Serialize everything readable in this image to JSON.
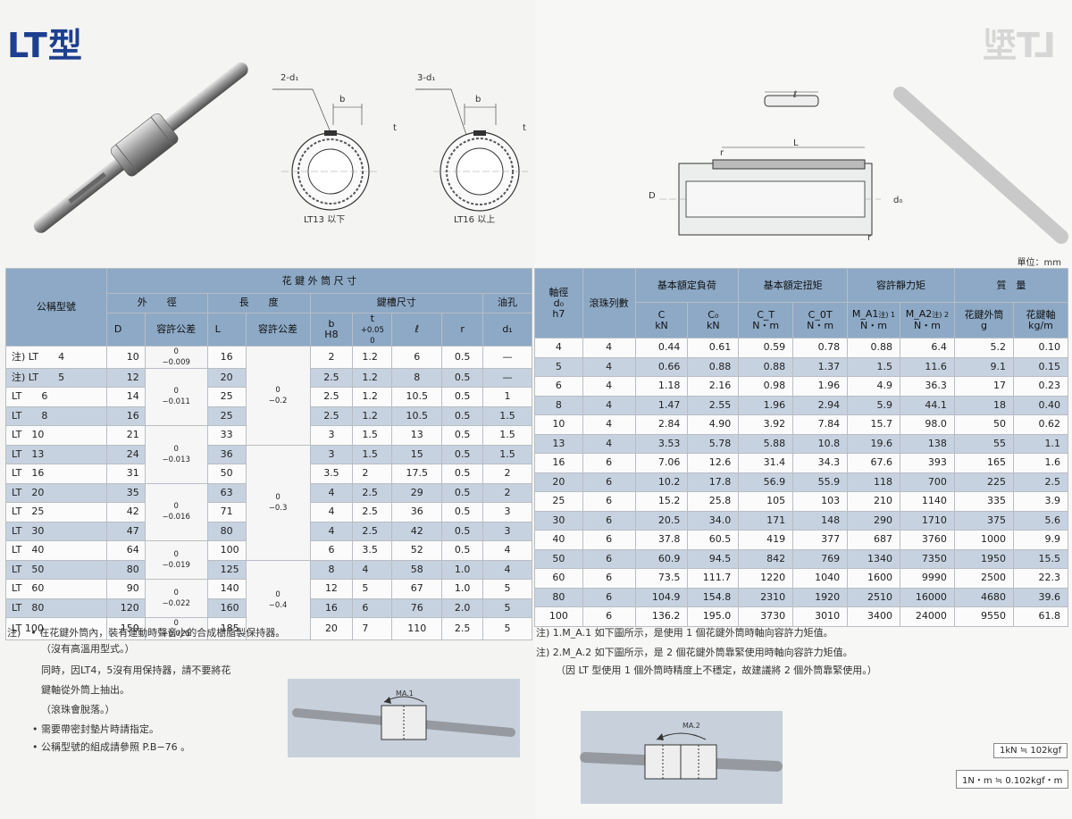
{
  "left_page": {
    "title": "LT型",
    "labels": {
      "d1_2": "2-d₁",
      "d1_3": "3-d₁",
      "b": "b",
      "t": "t",
      "lt13": "LT13 以下",
      "lt16": "LT16 以上"
    },
    "header": {
      "model": "公稱型號",
      "group": "花 鍵 外 筒 尺 寸",
      "od": "外　　徑",
      "od_sym": "D",
      "od_tol": "容許公差",
      "len": "長　　度",
      "len_sym": "L",
      "len_tol": "容許公差",
      "kw": "鍵槽尺寸",
      "b": "b",
      "b_tol": "H8",
      "t": "t",
      "t_tol": "+0.05",
      "t_tol2": "0",
      "l": "ℓ",
      "r": "r",
      "oil": "油孔",
      "oil_sym": "d₁"
    },
    "rows": [
      {
        "model": "注) LT　　4",
        "D": "10",
        "L": "16",
        "b": "2",
        "t": "1.2",
        "l": "6",
        "r": "0.5",
        "d1": "—"
      },
      {
        "model": "注) LT　　5",
        "D": "12",
        "L": "20",
        "b": "2.5",
        "t": "1.2",
        "l": "8",
        "r": "0.5",
        "d1": "—"
      },
      {
        "model": "LT　　6",
        "D": "14",
        "L": "25",
        "b": "2.5",
        "t": "1.2",
        "l": "10.5",
        "r": "0.5",
        "d1": "1"
      },
      {
        "model": "LT　　8",
        "D": "16",
        "L": "25",
        "b": "2.5",
        "t": "1.2",
        "l": "10.5",
        "r": "0.5",
        "d1": "1.5"
      },
      {
        "model": "LT　10",
        "D": "21",
        "L": "33",
        "b": "3",
        "t": "1.5",
        "l": "13",
        "r": "0.5",
        "d1": "1.5"
      },
      {
        "model": "LT　13",
        "D": "24",
        "L": "36",
        "b": "3",
        "t": "1.5",
        "l": "15",
        "r": "0.5",
        "d1": "1.5"
      },
      {
        "model": "LT　16",
        "D": "31",
        "L": "50",
        "b": "3.5",
        "t": "2",
        "l": "17.5",
        "r": "0.5",
        "d1": "2"
      },
      {
        "model": "LT　20",
        "D": "35",
        "L": "63",
        "b": "4",
        "t": "2.5",
        "l": "29",
        "r": "0.5",
        "d1": "2"
      },
      {
        "model": "LT　25",
        "D": "42",
        "L": "71",
        "b": "4",
        "t": "2.5",
        "l": "36",
        "r": "0.5",
        "d1": "3"
      },
      {
        "model": "LT　30",
        "D": "47",
        "L": "80",
        "b": "4",
        "t": "2.5",
        "l": "42",
        "r": "0.5",
        "d1": "3"
      },
      {
        "model": "LT　40",
        "D": "64",
        "L": "100",
        "b": "6",
        "t": "3.5",
        "l": "52",
        "r": "0.5",
        "d1": "4"
      },
      {
        "model": "LT　50",
        "D": "80",
        "L": "125",
        "b": "8",
        "t": "4",
        "l": "58",
        "r": "1.0",
        "d1": "4"
      },
      {
        "model": "LT　60",
        "D": "90",
        "L": "140",
        "b": "12",
        "t": "5",
        "l": "67",
        "r": "1.0",
        "d1": "5"
      },
      {
        "model": "LT　80",
        "D": "120",
        "L": "160",
        "b": "16",
        "t": "6",
        "l": "76",
        "r": "2.0",
        "d1": "5"
      },
      {
        "model": "LT 100",
        "D": "150",
        "L": "185",
        "b": "20",
        "t": "7",
        "l": "110",
        "r": "2.5",
        "d1": "5"
      }
    ],
    "od_tol_groups": [
      {
        "upper": "0",
        "lower": "−0.009"
      },
      {
        "upper": "0",
        "lower": "−0.011"
      },
      {
        "upper": "0",
        "lower": "−0.013"
      },
      {
        "upper": "0",
        "lower": "−0.016"
      },
      {
        "upper": "0",
        "lower": "−0.019"
      },
      {
        "upper": "0",
        "lower": "−0.022"
      },
      {
        "upper": "0",
        "lower": "−0.025"
      }
    ],
    "len_tol_groups": [
      {
        "upper": "0",
        "lower": "−0.2"
      },
      {
        "upper": "0",
        "lower": "−0.3"
      },
      {
        "upper": "0",
        "lower": "−0.4"
      }
    ],
    "notes": [
      "注)　• 在花鍵外筒內，裝有運動時聲音小的合成樹脂製保持器。",
      "（沒有高溫用型式。）",
      "同時，因LT4，5沒有用保持器，請不要將花",
      "鍵軸從外筒上抽出。",
      "（滾珠會脫落。）",
      "• 需要帶密封墊片時請指定。",
      "• 公稱型號的組成請參照 P.B−76 。"
    ],
    "mA1": "M",
    "mA1_sub": "A.1"
  },
  "right_page": {
    "ghost_title": "LT型",
    "unit": "單位：mm",
    "labels": {
      "l": "ℓ",
      "L": "L",
      "r": "r",
      "D": "D",
      "d0": "d₀"
    },
    "header": {
      "shaft": "軸徑",
      "shaft_sym": "d₀",
      "shaft_tol": "h7",
      "balls": "滾珠列數",
      "load": "基本額定負荷",
      "C": "C",
      "C_unit": "kN",
      "C0": "C₀",
      "C0_unit": "kN",
      "torque": "基本額定扭矩",
      "CT": "C_T",
      "CT_unit": "N・m",
      "C0T": "C_0T",
      "C0T_unit": "N・m",
      "moment": "容許靜力矩",
      "MA1": "M_A1",
      "MA1_note": "注) 1",
      "MA1_unit": "N・m",
      "MA2": "M_A2",
      "MA2_note": "注) 2",
      "MA2_unit": "N・m",
      "mass": "質　量",
      "mass_outer": "花鍵外筒",
      "mass_outer_unit": "g",
      "mass_shaft": "花鍵軸",
      "mass_shaft_unit": "kg/m"
    },
    "rows": [
      {
        "d0": "4",
        "n": "4",
        "C": "0.44",
        "C0": "0.61",
        "CT": "0.59",
        "C0T": "0.78",
        "MA1": "0.88",
        "MA2": "6.4",
        "mo": "5.2",
        "ms": "0.10"
      },
      {
        "d0": "5",
        "n": "4",
        "C": "0.66",
        "C0": "0.88",
        "CT": "0.88",
        "C0T": "1.37",
        "MA1": "1.5",
        "MA2": "11.6",
        "mo": "9.1",
        "ms": "0.15"
      },
      {
        "d0": "6",
        "n": "4",
        "C": "1.18",
        "C0": "2.16",
        "CT": "0.98",
        "C0T": "1.96",
        "MA1": "4.9",
        "MA2": "36.3",
        "mo": "17",
        "ms": "0.23"
      },
      {
        "d0": "8",
        "n": "4",
        "C": "1.47",
        "C0": "2.55",
        "CT": "1.96",
        "C0T": "2.94",
        "MA1": "5.9",
        "MA2": "44.1",
        "mo": "18",
        "ms": "0.40"
      },
      {
        "d0": "10",
        "n": "4",
        "C": "2.84",
        "C0": "4.90",
        "CT": "3.92",
        "C0T": "7.84",
        "MA1": "15.7",
        "MA2": "98.0",
        "mo": "50",
        "ms": "0.62"
      },
      {
        "d0": "13",
        "n": "4",
        "C": "3.53",
        "C0": "5.78",
        "CT": "5.88",
        "C0T": "10.8",
        "MA1": "19.6",
        "MA2": "138",
        "mo": "55",
        "ms": "1.1"
      },
      {
        "d0": "16",
        "n": "6",
        "C": "7.06",
        "C0": "12.6",
        "CT": "31.4",
        "C0T": "34.3",
        "MA1": "67.6",
        "MA2": "393",
        "mo": "165",
        "ms": "1.6"
      },
      {
        "d0": "20",
        "n": "6",
        "C": "10.2",
        "C0": "17.8",
        "CT": "56.9",
        "C0T": "55.9",
        "MA1": "118",
        "MA2": "700",
        "mo": "225",
        "ms": "2.5"
      },
      {
        "d0": "25",
        "n": "6",
        "C": "15.2",
        "C0": "25.8",
        "CT": "105",
        "C0T": "103",
        "MA1": "210",
        "MA2": "1140",
        "mo": "335",
        "ms": "3.9"
      },
      {
        "d0": "30",
        "n": "6",
        "C": "20.5",
        "C0": "34.0",
        "CT": "171",
        "C0T": "148",
        "MA1": "290",
        "MA2": "1710",
        "mo": "375",
        "ms": "5.6"
      },
      {
        "d0": "40",
        "n": "6",
        "C": "37.8",
        "C0": "60.5",
        "CT": "419",
        "C0T": "377",
        "MA1": "687",
        "MA2": "3760",
        "mo": "1000",
        "ms": "9.9"
      },
      {
        "d0": "50",
        "n": "6",
        "C": "60.9",
        "C0": "94.5",
        "CT": "842",
        "C0T": "769",
        "MA1": "1340",
        "MA2": "7350",
        "mo": "1950",
        "ms": "15.5"
      },
      {
        "d0": "60",
        "n": "6",
        "C": "73.5",
        "C0": "111.7",
        "CT": "1220",
        "C0T": "1040",
        "MA1": "1600",
        "MA2": "9990",
        "mo": "2500",
        "ms": "22.3"
      },
      {
        "d0": "80",
        "n": "6",
        "C": "104.9",
        "C0": "154.8",
        "CT": "2310",
        "C0T": "1920",
        "MA1": "2510",
        "MA2": "16000",
        "mo": "4680",
        "ms": "39.6"
      },
      {
        "d0": "100",
        "n": "6",
        "C": "136.2",
        "C0": "195.0",
        "CT": "3730",
        "C0T": "3010",
        "MA1": "3400",
        "MA2": "24000",
        "mo": "9550",
        "ms": "61.8"
      }
    ],
    "notes": [
      "注) 1.M_A.1 如下圖所示，是使用 1 個花鍵外筒時軸向容許力矩值。",
      "注) 2.M_A.2 如下圖所示，是 2 個花鍵外筒靠緊使用時軸向容許力矩值。",
      "（因 LT 型使用 1 個外筒時精度上不穩定，故建議將 2 個外筒靠緊使用。）"
    ],
    "mA2": "M",
    "mA2_sub": "A.2",
    "conv1": "1kN ≒ 102kgf",
    "conv2": "1N・m ≒ 0.102kgf・m"
  }
}
